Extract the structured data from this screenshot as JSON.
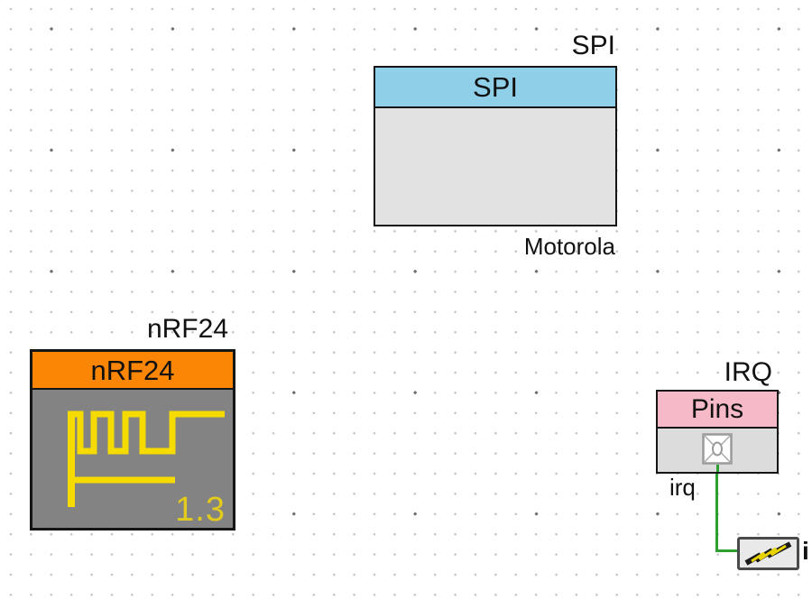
{
  "canvas": {
    "background_color": "#ffffff",
    "grid_minor_dot_color": "#c3c3c3",
    "grid_major_dot_color": "#6f6f6f"
  },
  "blocks": {
    "spi": {
      "title": "SPI",
      "header_label": "SPI",
      "footer_label": "Motorola",
      "header_color": "#8fcfe8",
      "body_color": "#e2e2e2"
    },
    "nrf24": {
      "title": "nRF24",
      "header_label": "nRF24",
      "version": "1.3",
      "header_color": "#fb8505",
      "body_color": "#838383",
      "icon": "waveform-icon",
      "icon_color": "#f6db00",
      "version_color": "#e3cb1d"
    },
    "irq": {
      "title": "IRQ",
      "header_label": "Pins",
      "pin_label": "irq",
      "header_color": "#f5b9c8",
      "body_color": "#dcdcdc",
      "icon": "pin-socket-icon"
    }
  },
  "wire": {
    "color": "#2f9e33"
  },
  "interrupt_node": {
    "label": "i",
    "icon": "lightning-bolt-icon",
    "box_color": "#e9e9e9",
    "bolt_color": "#1a1a1a",
    "bolt_accent_color": "#e8d200"
  }
}
